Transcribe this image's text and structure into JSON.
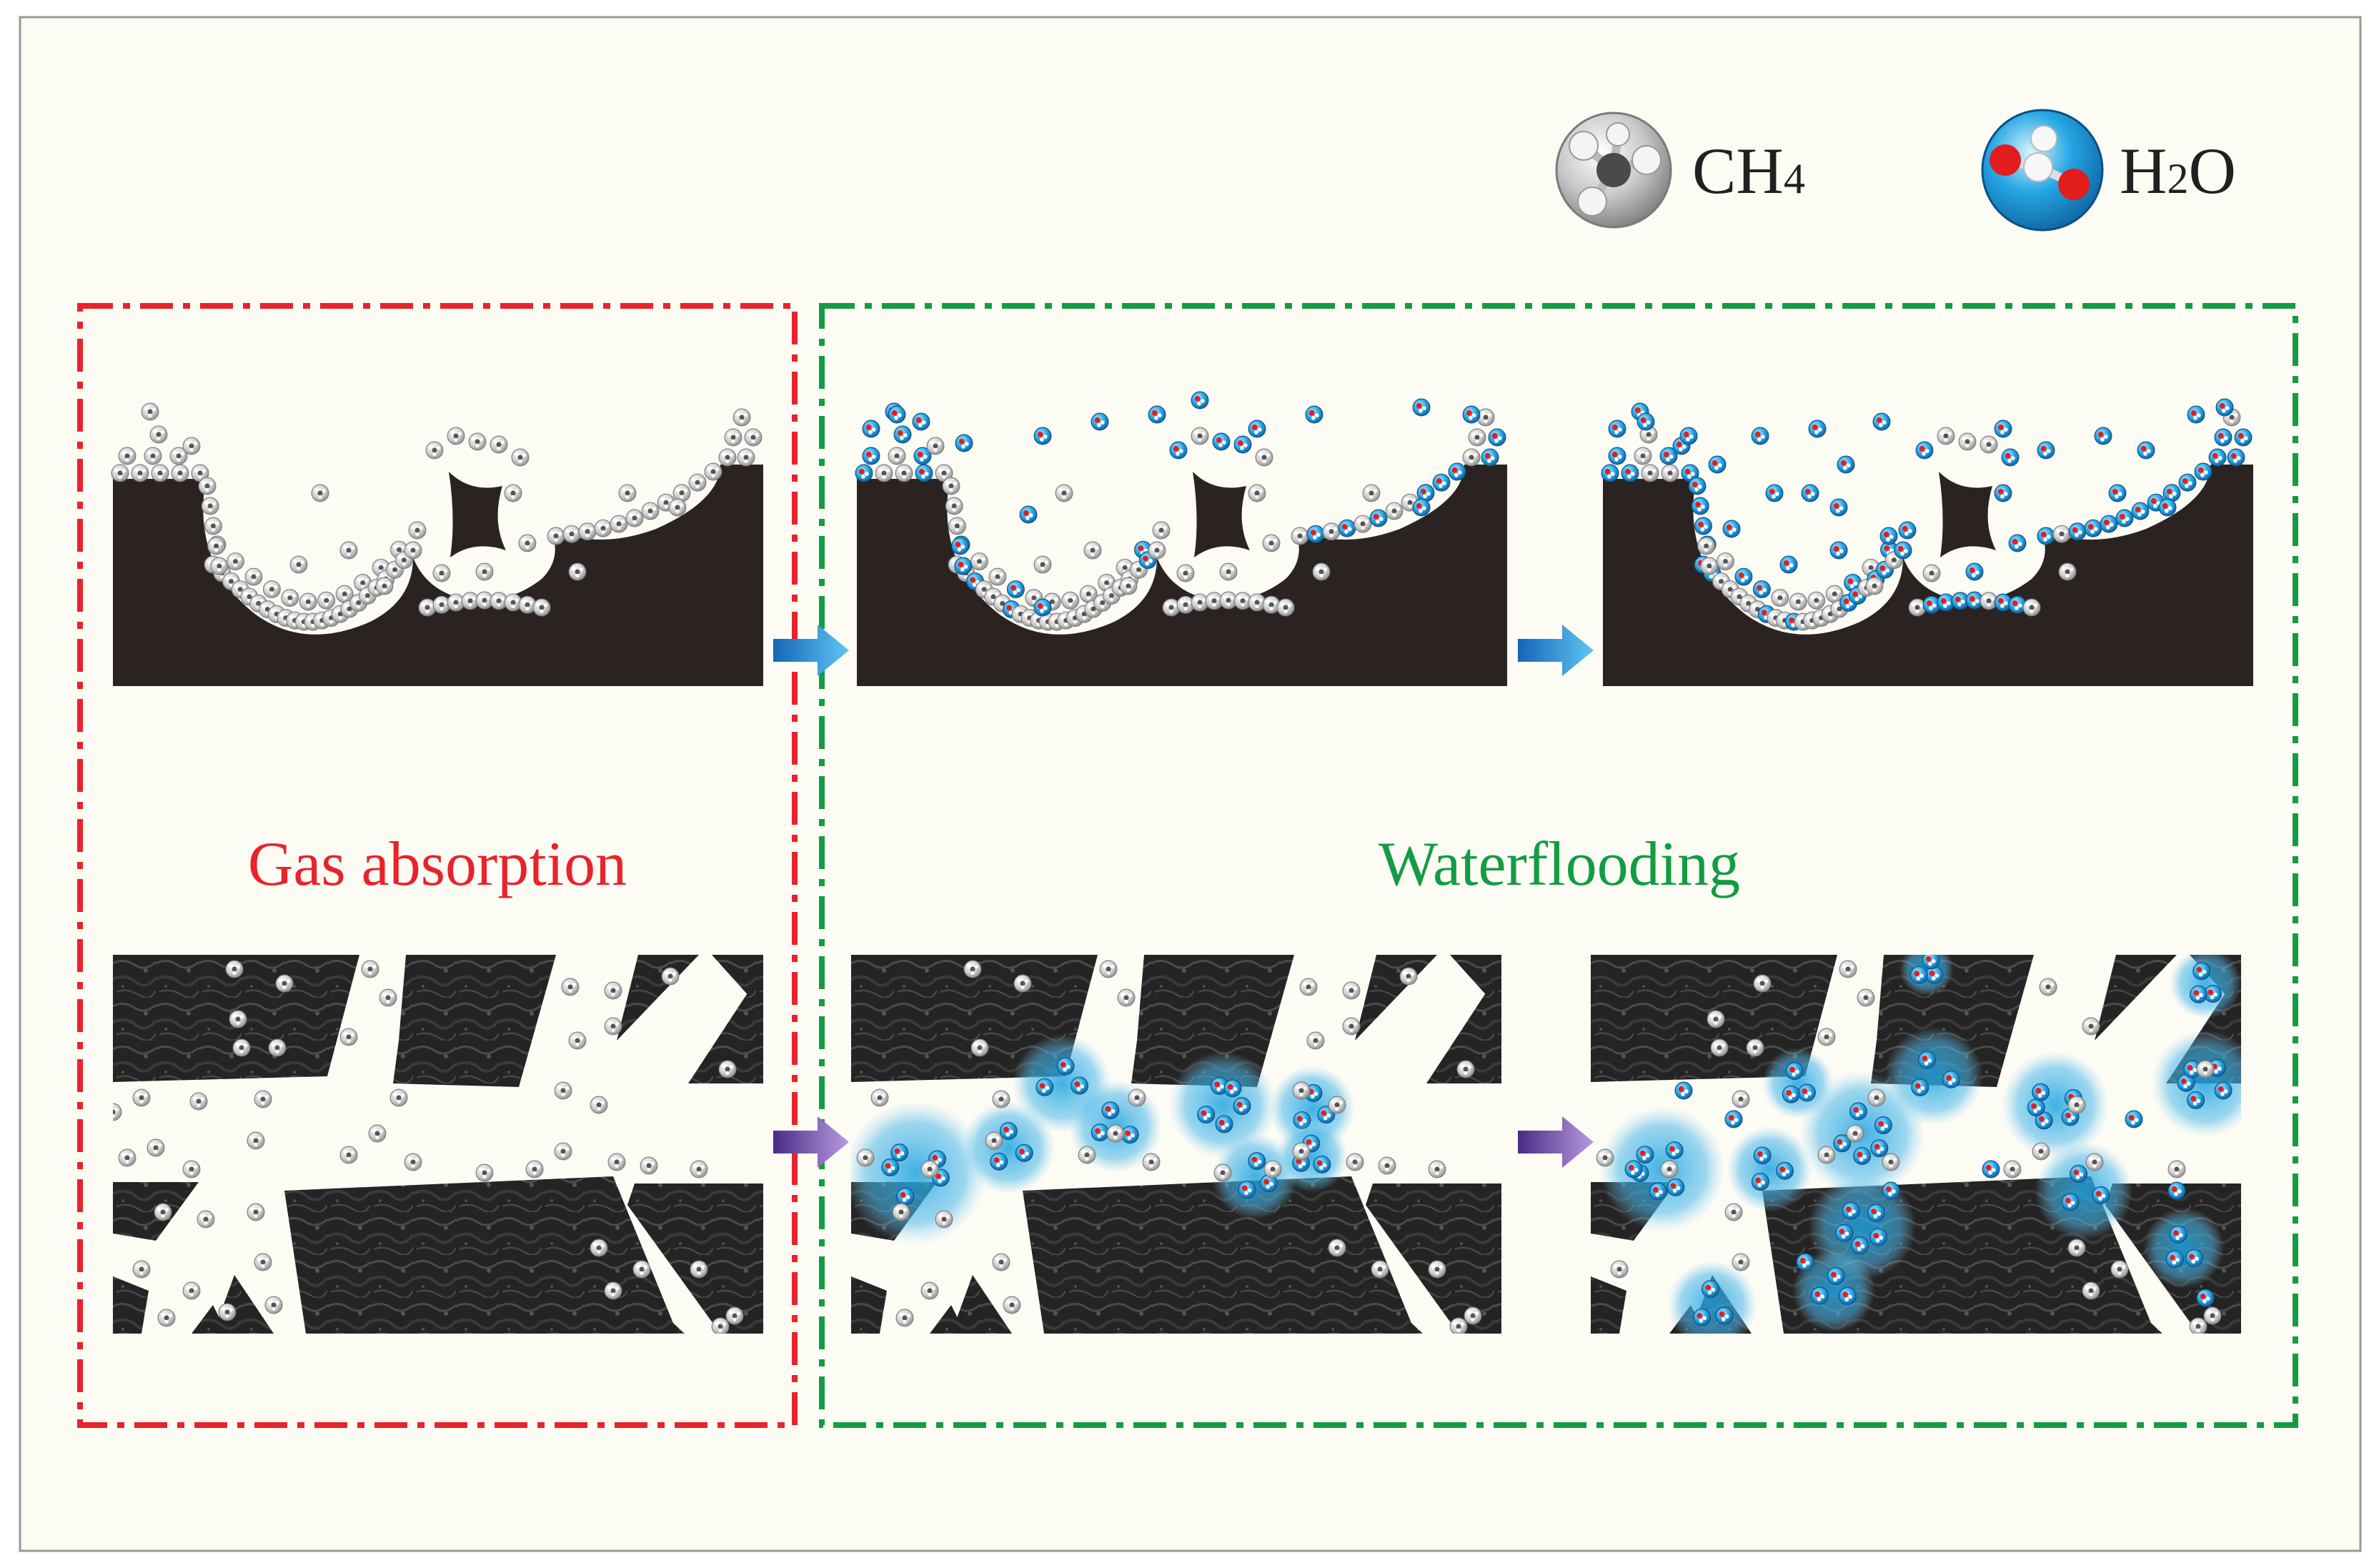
{
  "legend": {
    "ch4_label": {
      "main": "CH",
      "sub": "4"
    },
    "h2o_label": {
      "pre": "H",
      "sub": "2",
      "post": "O"
    }
  },
  "frames": {
    "gas_absorption": {
      "label": "Gas absorption",
      "color": "#e8232b"
    },
    "waterflooding": {
      "label": "Waterflooding",
      "color": "#139c43"
    }
  },
  "colors": {
    "background": "#fcfbf4",
    "rock": "#2b2322",
    "fracture_rock": "#272727",
    "water": "#1ea4e0",
    "oxygen": "#e02020",
    "ch4": "#c8c8c8",
    "arrow_top": "#1f8fd6",
    "arrow_bottom": "#6a3d9a"
  },
  "panels": [
    {
      "id": "pore-gas",
      "kind": "pore",
      "water_stage": 0
    },
    {
      "id": "pore-water-1",
      "kind": "pore",
      "water_stage": 1
    },
    {
      "id": "pore-water-2",
      "kind": "pore",
      "water_stage": 2
    },
    {
      "id": "fracture-gas",
      "kind": "fracture",
      "water_stage": 0
    },
    {
      "id": "fracture-water-1",
      "kind": "fracture",
      "water_stage": 1
    },
    {
      "id": "fracture-water-2",
      "kind": "fracture",
      "water_stage": 2
    }
  ]
}
